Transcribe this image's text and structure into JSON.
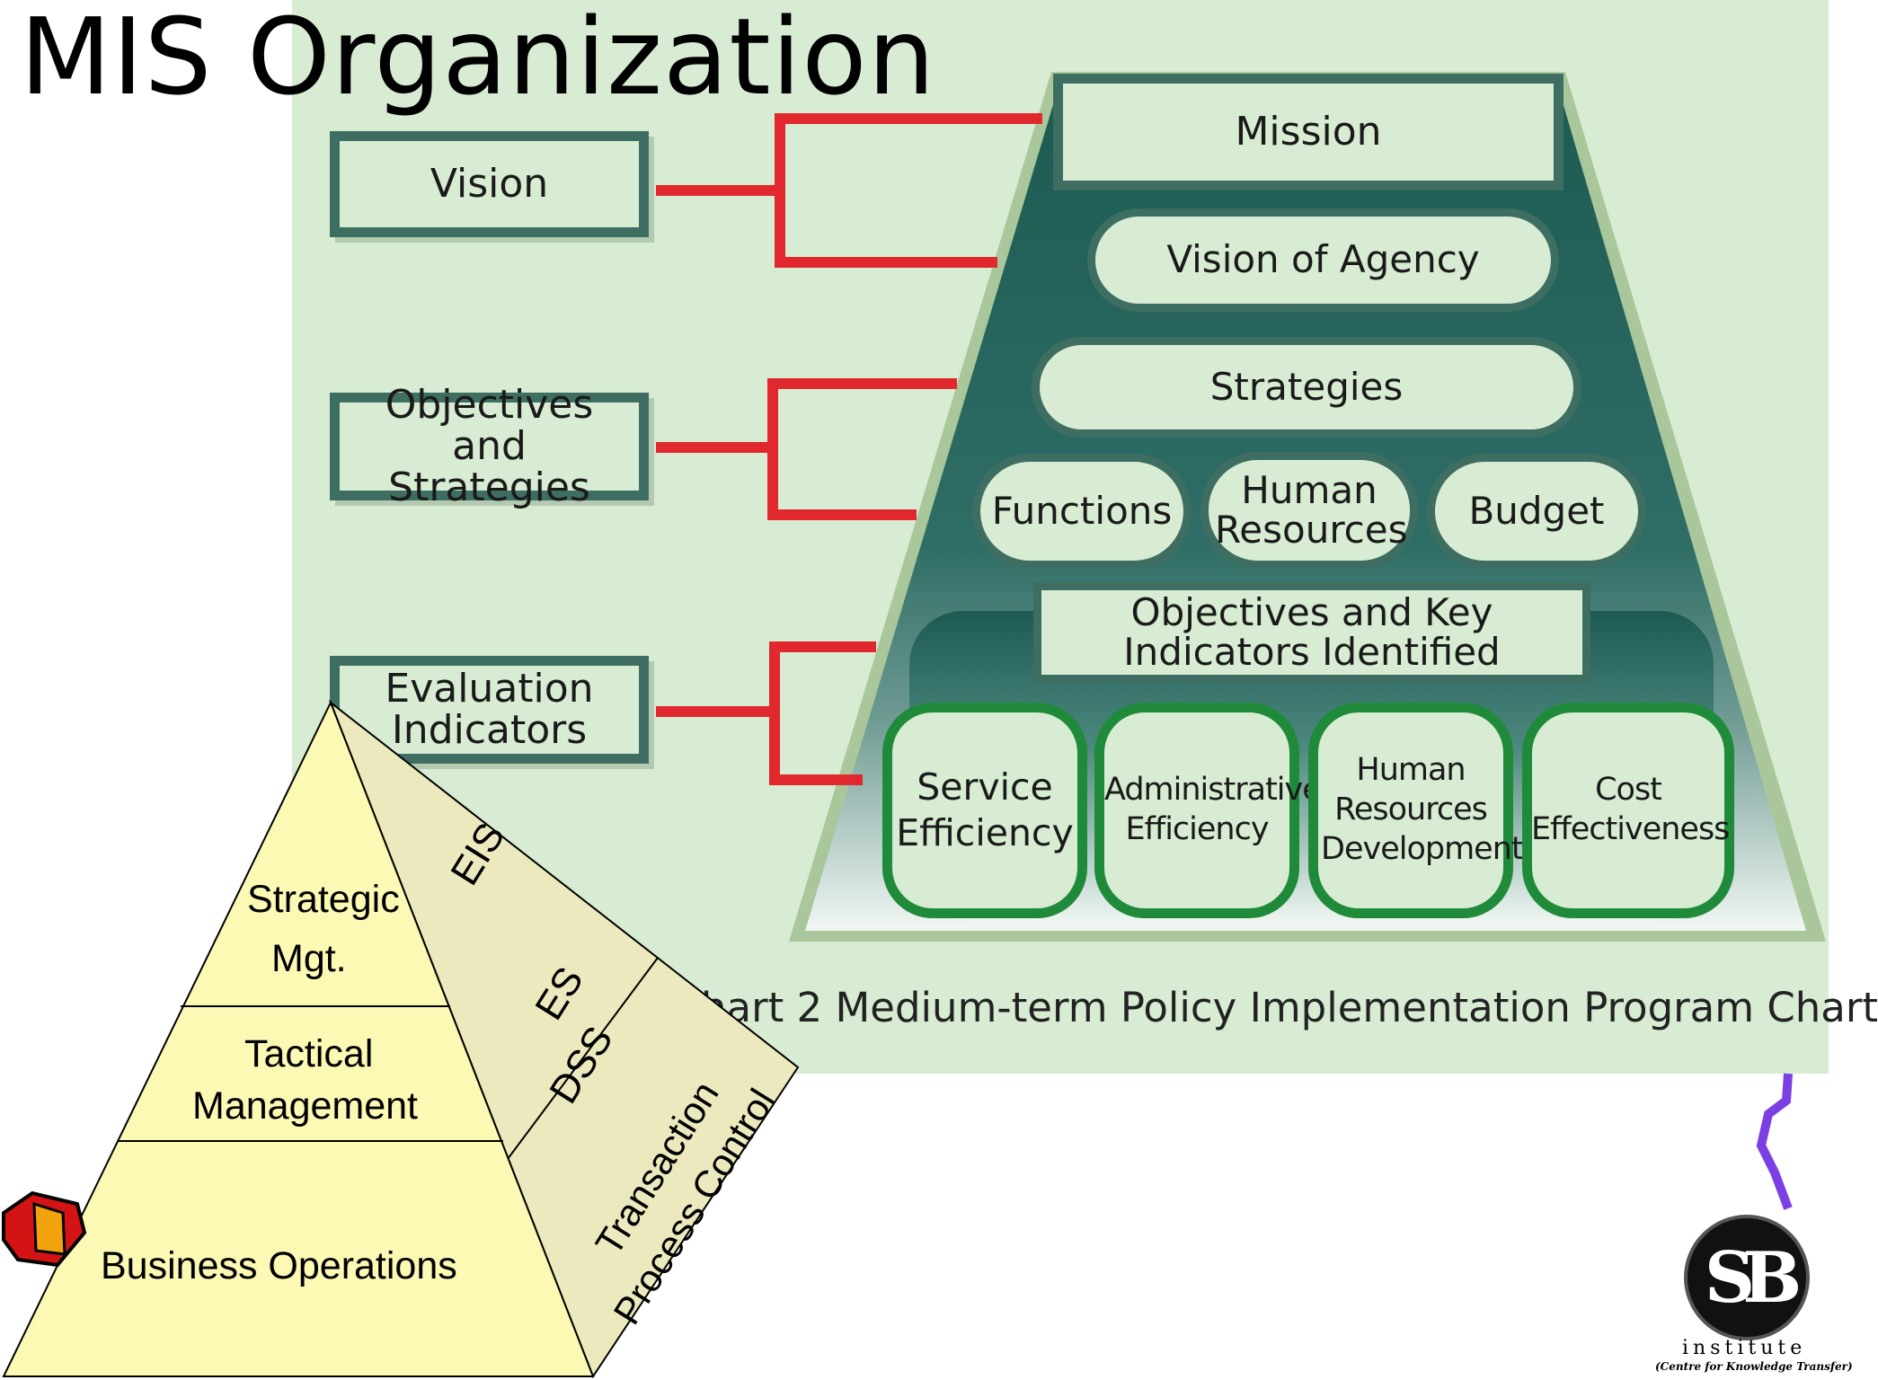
{
  "title": "MIS Organization",
  "chart": {
    "top_box": "Mission",
    "pills": [
      "Vision of Agency",
      "Strategies"
    ],
    "row3": [
      "Functions",
      "Human Resources",
      "Budget"
    ],
    "key_box": "Objectives and Key Indicators Identified",
    "indicators": [
      "Service Efficiency",
      "Administrative Efficiency",
      "Human Resources Development",
      "Cost Effectiveness"
    ],
    "side_boxes": [
      "Vision",
      "Objectives and Strategies",
      "Evaluation Indicators"
    ],
    "caption": "Chart 2 Medium-term  Policy Implementation Program Chart",
    "caption_visible": "hart 2 Medium-term  Policy Implementation Program Chart"
  },
  "pyramid": {
    "levels": [
      "Strategic",
      "Mgt.",
      "Tactical",
      "Management",
      "Business Operations"
    ],
    "systems": [
      "EIS",
      "ES",
      "DSS"
    ],
    "tps": [
      "Transaction",
      "Process Control"
    ]
  },
  "logo": {
    "mark": "SB",
    "word": "institute",
    "tagline": "(Centre for Knowledge Transfer)"
  },
  "colors": {
    "panel": "#d7ecd2",
    "frame": "#3e6e62",
    "indicator_border": "#1f8a3a",
    "connector": "#e0282e",
    "pyramid_fill": "#fbf9b4",
    "pyramid_side": "#ebe9bd"
  }
}
